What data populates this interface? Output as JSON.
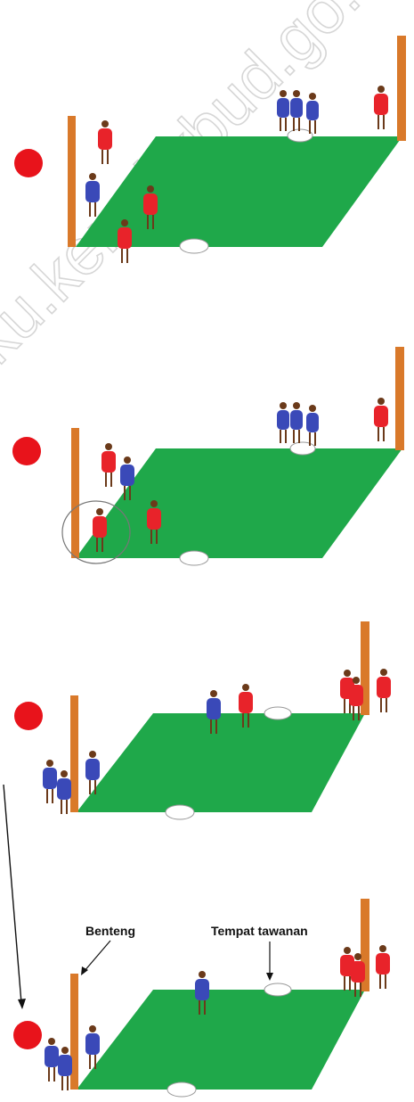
{
  "watermark": "buku.kemdikbud.go.id",
  "labels": {
    "benteng": "Benteng",
    "tempat_tawanan": "Tempat tawanan"
  },
  "colors": {
    "field": "#1fa84a",
    "team_red": "#e8232a",
    "team_blue": "#3a49b8",
    "pole": "#d9792a",
    "marker": "#e8131b",
    "skin": "#6b3a1a"
  }
}
